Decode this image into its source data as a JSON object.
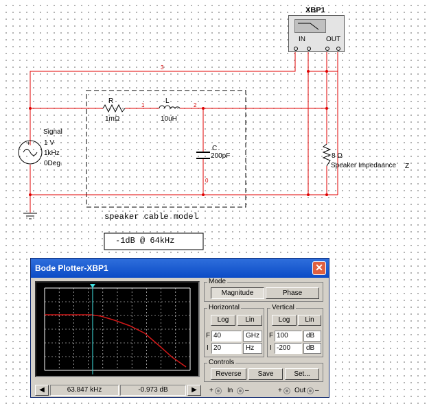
{
  "instrument": {
    "name": "XBP1",
    "in_label": "IN",
    "out_label": "OUT"
  },
  "components": {
    "source": {
      "name": "Signal",
      "amplitude": "1 V",
      "frequency": "1kHz",
      "phase": "0Deg."
    },
    "resistor": {
      "name": "R",
      "value": "1mΩ"
    },
    "inductor": {
      "name": "L",
      "value": "10uH"
    },
    "capacitor": {
      "name": "C",
      "value": "200pF"
    },
    "load": {
      "value": "8 Ω",
      "name": "Speaker Impedaance",
      "suffix": "Z"
    }
  },
  "nodes": {
    "n1": "1",
    "n2": "2",
    "n3": "3",
    "n0": "0"
  },
  "annotations": {
    "cable_label": "speaker cable model",
    "note": "-1dB @ 64kHz"
  },
  "bode": {
    "title": "Bode Plotter-XBP1",
    "close_glyph": "✕",
    "mode": {
      "label": "Mode",
      "magnitude": "Magnitude",
      "phase": "Phase",
      "selected": "Magnitude"
    },
    "horizontal": {
      "label": "Horizontal",
      "log": "Log",
      "lin": "Lin",
      "selected": "Log",
      "f_label": "F",
      "f_value": "40",
      "f_unit": "GHz",
      "i_label": "I",
      "i_value": "20",
      "i_unit": "Hz"
    },
    "vertical": {
      "label": "Vertical",
      "log": "Log",
      "lin": "Lin",
      "selected": "Log",
      "f_label": "F",
      "f_value": "100",
      "f_unit": "dB",
      "i_label": "I",
      "i_value": "-200",
      "i_unit": "dB"
    },
    "controls": {
      "label": "Controls",
      "reverse": "Reverse",
      "save": "Save",
      "set": "Set..."
    },
    "readout": {
      "frequency": "63.847 kHz",
      "magnitude": "-0.973 dB"
    },
    "bottom": {
      "plus": "+",
      "minus": "–",
      "in_label": "In",
      "out_label": "Out"
    },
    "cursor_position": 0.33
  },
  "colors": {
    "wire": "#e00000",
    "plot_background": "#000000",
    "plot_grid": "#ffffff",
    "trace": "#d01818",
    "cursor": "#40e0e0",
    "titlebar": "#0b4bc6"
  }
}
